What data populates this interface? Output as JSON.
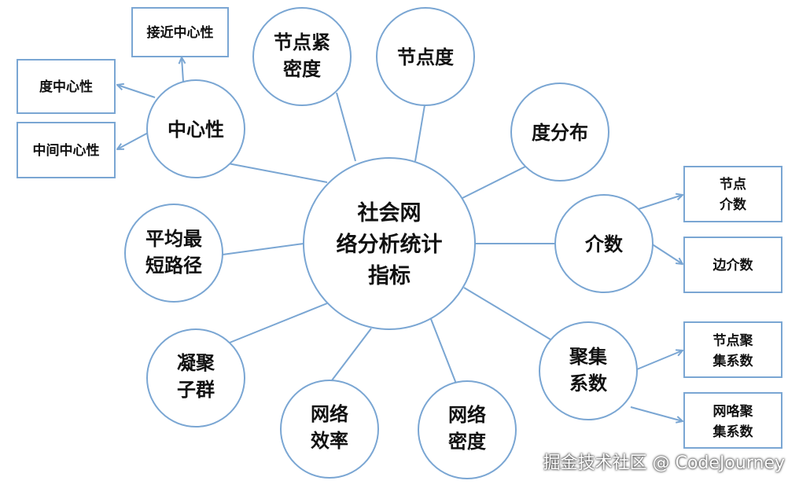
{
  "center": {
    "lines": [
      "社会网",
      "络分析统计",
      "指标"
    ]
  },
  "nodes": {
    "centrality": [
      "中心性"
    ],
    "closeness_node": [
      "节点紧",
      "密度"
    ],
    "node_degree": [
      "节点度"
    ],
    "degree_dist": [
      "度分布"
    ],
    "betweenness": [
      "介数"
    ],
    "clustering": [
      "聚集",
      "系数"
    ],
    "net_density": [
      "网络",
      "密度"
    ],
    "net_efficiency": [
      "网络",
      "效率"
    ],
    "cohesive": [
      "凝聚",
      "子群"
    ],
    "avg_path": [
      "平均最",
      "短路径"
    ]
  },
  "boxes": {
    "closeness": [
      "接近中心性"
    ],
    "degree_c": [
      "度中心性"
    ],
    "between_c": [
      "中间中心性"
    ],
    "node_betw": [
      "节点",
      "介数"
    ],
    "edge_betw": [
      "边介数"
    ],
    "node_clust": [
      "节点聚",
      "集系数"
    ],
    "net_clust": [
      "网咯聚",
      "集系数"
    ]
  },
  "watermark": "掘金技术社区 @ CodeJourney",
  "colors": {
    "stroke": "#7aa6d3",
    "text": "#111111"
  }
}
